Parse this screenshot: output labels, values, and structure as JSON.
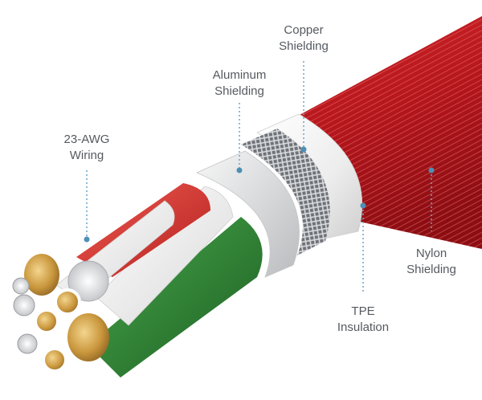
{
  "labels": {
    "copper": {
      "line1": "Copper",
      "line2": "Shielding"
    },
    "aluminum": {
      "line1": "Aluminum",
      "line2": "Shielding"
    },
    "wiring": {
      "line1": "23-AWG",
      "line2": "Wiring"
    },
    "nylon": {
      "line1": "Nylon",
      "line2": "Shielding"
    },
    "tpe": {
      "line1": "TPE",
      "line2": "Insulation"
    }
  },
  "colors": {
    "nylon": "#b5161c",
    "tpe": "#f4f4f4",
    "aluminum": "#e2e3e5",
    "copper_braid": "#8d9196",
    "wire_red": "#d73a36",
    "wire_green": "#2f8a34",
    "wire_white": "#f1f1f1",
    "gold": "#c9963c",
    "leader": "#6aa6c8"
  }
}
